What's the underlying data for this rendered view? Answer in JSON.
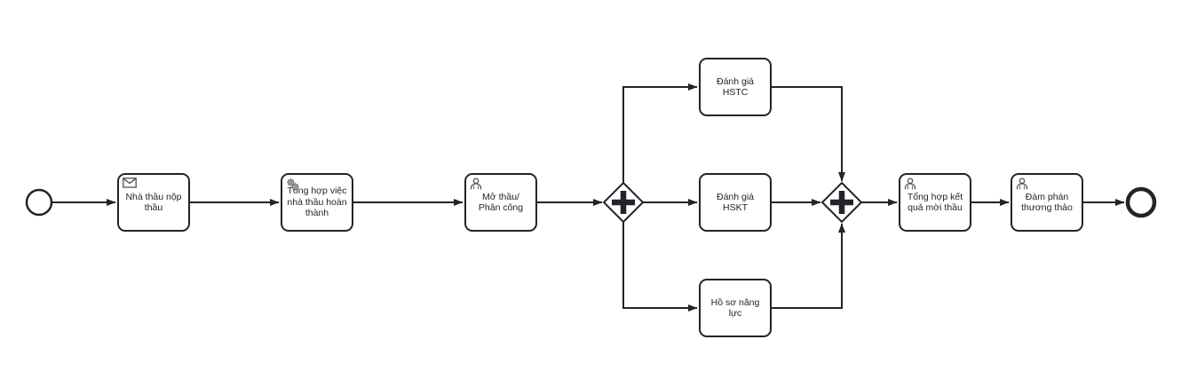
{
  "diagram": {
    "type": "bpmn-process",
    "background": "#ffffff",
    "colors": {
      "stroke": "#22242a",
      "icon": "#4d4d56",
      "gear_fill": "#d9d9d9",
      "text": "#22242a"
    },
    "start_event": {
      "name": "start-event"
    },
    "end_event": {
      "name": "end-event"
    },
    "gateways": [
      {
        "name": "parallel-gateway-split",
        "type": "parallel"
      },
      {
        "name": "parallel-gateway-join",
        "type": "parallel"
      }
    ],
    "tasks": [
      {
        "label": "Nhà thầu nộp thầu",
        "icon": "message"
      },
      {
        "label": "Tổng hợp việc nhà thầu hoàn thành",
        "icon": "service"
      },
      {
        "label": "Mở thầu/ Phân công",
        "icon": "user"
      },
      {
        "label": "Đánh giá HSTC",
        "icon": null
      },
      {
        "label": "Đánh giá HSKT",
        "icon": null
      },
      {
        "label": "Hồ sơ năng lực",
        "icon": null
      },
      {
        "label": "Tổng hợp kết quả mời thầu",
        "icon": "user"
      },
      {
        "label": "Đàm phán thương thảo",
        "icon": "user"
      }
    ],
    "flows": [
      "start -> Nhà thầu nộp thầu",
      "Nhà thầu nộp thầu -> Tổng hợp việc nhà thầu hoàn thành",
      "Tổng hợp việc nhà thầu hoàn thành -> Mở thầu/ Phân công",
      "Mở thầu/ Phân công -> parallel-split",
      "parallel-split -> Đánh giá HSTC",
      "parallel-split -> Đánh giá HSKT",
      "parallel-split -> Hồ sơ năng lực",
      "Đánh giá HSTC -> parallel-join",
      "Đánh giá HSKT -> parallel-join",
      "Hồ sơ năng lực -> parallel-join",
      "parallel-join -> Tổng hợp kết quả mời thầu",
      "Tổng hợp kết quả mời thầu -> Đàm phán thương thảo",
      "Đàm phán thương thảo -> end"
    ]
  }
}
